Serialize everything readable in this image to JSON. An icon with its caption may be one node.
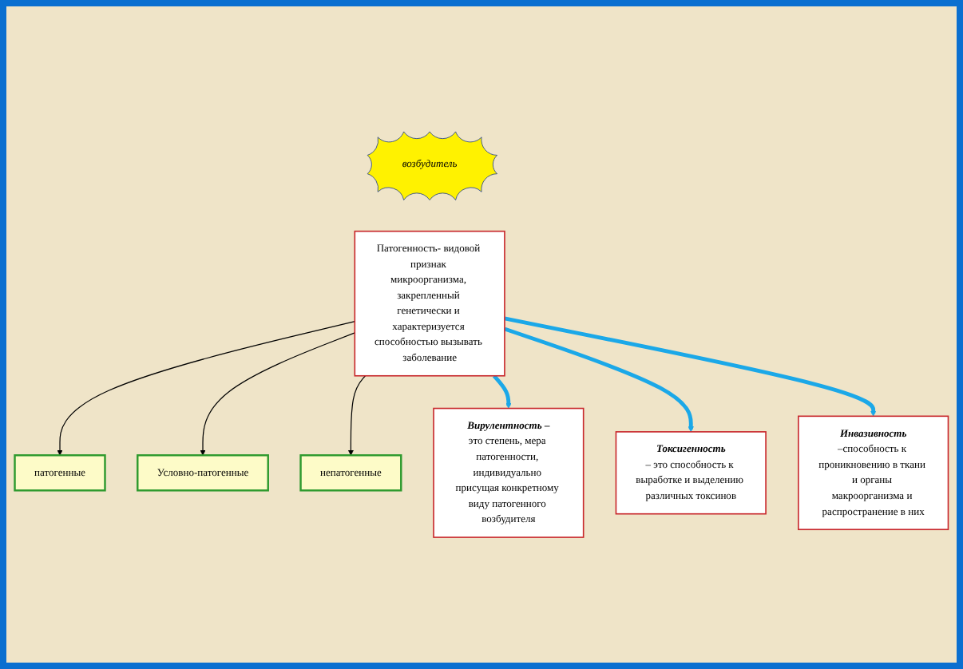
{
  "diagram": {
    "nodes": [
      {
        "text": [
          "возбудитель"
        ]
      },
      {
        "text": [
          "Патогенность- видовой признак микроорганизма, закрепленный генетически и характеризуется способностью вызывать заболевание"
        ]
      },
      {
        "text": [
          "патогенные"
        ]
      },
      {
        "text": [
          "Условно-патогенные"
        ]
      },
      {
        "text": [
          "непатогенные"
        ]
      },
      {
        "text": [
          "Вирулентность –",
          "это степень, мера патогенности, индивидуально присущая конкретному виду патогенного возбудителя"
        ]
      },
      {
        "text": [
          "Токсигенность",
          "– это способность к выработке и выделению различных токсинов"
        ]
      },
      {
        "text": [
          "Инвазивность",
          "–способность к проникновению в ткани и органы макроорганизма и распространение в них"
        ]
      }
    ],
    "edges": [
      {
        "from": 1,
        "to": 2,
        "arrow": "to"
      },
      {
        "from": 1,
        "to": 3,
        "arrow": "to"
      },
      {
        "from": 1,
        "to": 4,
        "arrow": "to"
      },
      {
        "from": 1,
        "to": 5,
        "arrow": "to",
        "style": "thick",
        "color": "#1ba8e8"
      },
      {
        "from": 1,
        "to": 6,
        "arrow": "to",
        "style": "thick",
        "color": "#1ba8e8"
      },
      {
        "from": 1,
        "to": 7,
        "arrow": "to",
        "style": "thick",
        "color": "#1ba8e8"
      }
    ]
  }
}
